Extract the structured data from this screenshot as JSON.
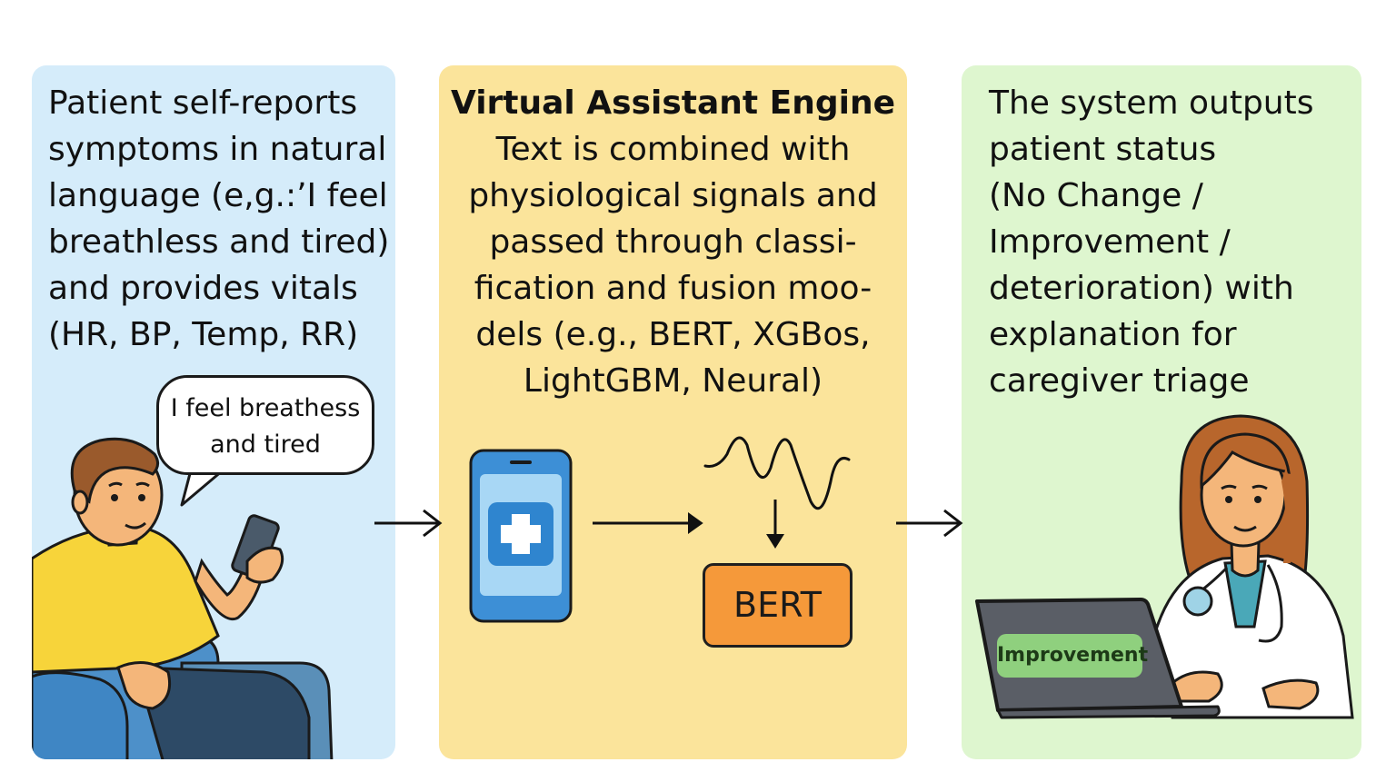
{
  "left_panel": {
    "lines": [
      "Patient self-reports",
      "symptoms in natural",
      "language (e,g.:’I feel",
      "breathless and tired)",
      "and provides vitals",
      "(HR, BP, Temp, RR)"
    ],
    "speech_bubble": [
      "I feel breathess",
      "and tired"
    ]
  },
  "middle_panel": {
    "title": "Virtual Assistant Engine",
    "lines": [
      "Text is combined with",
      "physiological signals and",
      "passed through classi-",
      "fication and fusion moo-",
      "dels (e.g., BERT, XGBos,",
      "LightGBM, Neural)"
    ],
    "model_box": "BERT"
  },
  "right_panel": {
    "lines": [
      "The system outputs",
      "patient status",
      "(No Change /",
      "Improvement /",
      "deterioration)   with",
      "explanation for",
      "caregiver triage"
    ],
    "screen_badge": "Improvement"
  },
  "colors": {
    "left_panel_bg": "#d5ecfa",
    "middle_panel_bg": "#fbe49b",
    "right_panel_bg": "#def6cf",
    "bert_box": "#f5993a",
    "badge": "#8fd07e"
  },
  "icons": [
    "patient-illustration",
    "smartphone-medical-icon",
    "signal-wave-icon",
    "doctor-illustration",
    "laptop-icon",
    "arrow-right-icon",
    "arrow-down-icon"
  ]
}
